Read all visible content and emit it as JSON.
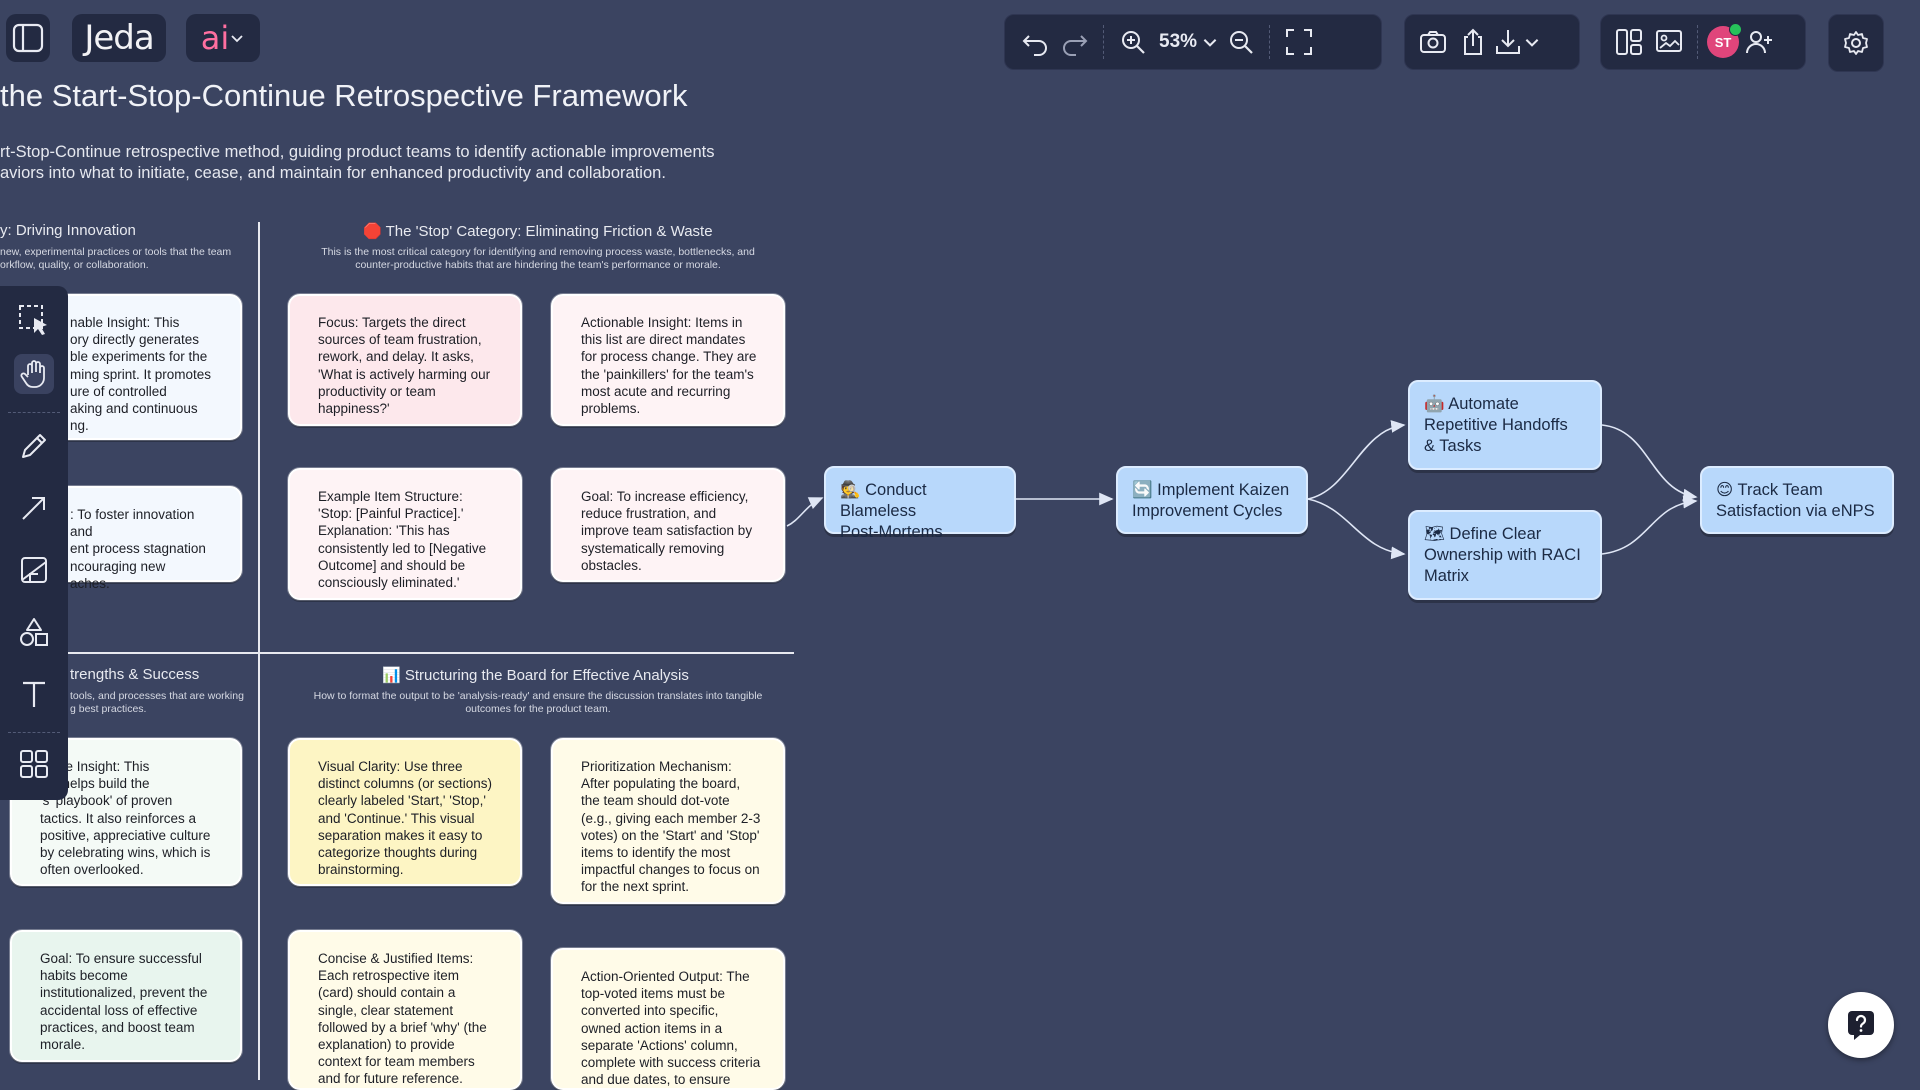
{
  "app": {
    "brand": "Jeda",
    "ai_label": "ai"
  },
  "toolbar": {
    "zoom": "53%",
    "avatar_initials": "ST"
  },
  "board": {
    "title": "the Start-Stop-Continue Retrospective Framework",
    "description_line1": "rt-Stop-Continue retrospective method, guiding product teams to identify actionable improvements",
    "description_line2": "aviors into what to initiate, cease, and maintain for enhanced productivity and collaboration."
  },
  "sections": {
    "start": {
      "header": "y: Driving Innovation",
      "sub_line1": " new, experimental practices or tools that the team",
      "sub_line2": "orkflow, quality, or collaboration."
    },
    "stop": {
      "header": "The 'Stop' Category: Eliminating Friction & Waste",
      "sub_line1": "This is the most critical category for identifying and removing process waste, bottlenecks, and",
      "sub_line2": "counter-productive habits that are hindering the team's performance or morale."
    },
    "continue": {
      "header": "trengths & Success",
      "sub_line1": " tools, and processes that are working",
      "sub_line2": "g best practices."
    },
    "structure": {
      "header": "Structuring the Board for Effective Analysis",
      "sub_line1": "How to format the output to be 'analysis-ready' and ensure the discussion translates into tangible",
      "sub_line2": "outcomes for the product team."
    }
  },
  "cards": {
    "start_insight": "nable Insight: This\nory directly generates\nble experiments for the\nming sprint. It promotes\nure of controlled\naking and continuous\nng.",
    "start_goal": ": To foster innovation and\nent process stagnation\nncouraging new\naches.",
    "stop_focus": "Focus: Targets the direct\nsources of team frustration,\nrework, and delay. It asks,\n'What is actively harming our\nproductivity or team\nhappiness?'",
    "stop_insight": "Actionable Insight: Items in\nthis list are direct mandates\nfor process change. They are\nthe 'painkillers' for the team's\nmost acute and recurring\nproblems.",
    "stop_example": "Example Item Structure:\n'Stop: [Painful Practice].'\nExplanation: 'This has\nconsistently led to [Negative\nOutcome] and should be\nconsciously eliminated.'",
    "stop_goal": "Goal: To increase efficiency,\nreduce frustration, and\nimprove team satisfaction by\nsystematically removing\nobstacles.",
    "continue_insight": "nable Insight: This\nory helps build the\n's 'playbook' of proven\ntactics. It also reinforces a\npositive, appreciative culture\nby celebrating wins, which is\noften overlooked.",
    "continue_goal": "Goal: To ensure successful\nhabits become\ninstitutionalized, prevent the\naccidental loss of effective\npractices, and boost team\nmorale.",
    "visual_clarity": "Visual Clarity: Use three\ndistinct columns (or sections)\nclearly labeled 'Start,' 'Stop,'\nand 'Continue.' This visual\nseparation makes it easy to\ncategorize thoughts during\nbrainstorming.",
    "prioritization": "Prioritization Mechanism:\nAfter populating the board,\nthe team should dot-vote\n(e.g., giving each member 2-3\nvotes) on the 'Start' and 'Stop'\nitems to identify the most\nimpactful changes to focus on\nfor the next sprint.",
    "concise": "Concise & Justified Items:\nEach retrospective item\n(card) should contain a\nsingle, clear statement\nfollowed by a brief 'why' (the\nexplanation) to provide\ncontext for team members\nand for future reference.",
    "action_output": "Action-Oriented Output: The\ntop-voted items must be\nconverted into specific,\nowned action items in a\nseparate 'Actions' column,\ncomplete with success criteria\nand due dates, to ensure"
  },
  "flow": {
    "n1": "Conduct Blameless\nPost-Mortems",
    "n2": "Implement Kaizen\nImprovement Cycles",
    "n3": "Automate\nRepetitive Handoffs\n& Tasks",
    "n4": "Define Clear\nOwnership with RACI\nMatrix",
    "n5": "Track Team\nSatisfaction via eNPS"
  },
  "emoji": {
    "stop": "🛑",
    "structure": "📊",
    "n1": "🕵",
    "n2": "🔄",
    "n3": "🤖",
    "n4": "🗺",
    "n5": "😊"
  },
  "colors": {
    "canvas": "#3b4461",
    "panel": "#232a42",
    "node": "#b8d8fb",
    "accent_pink": "#ff6fa0"
  }
}
